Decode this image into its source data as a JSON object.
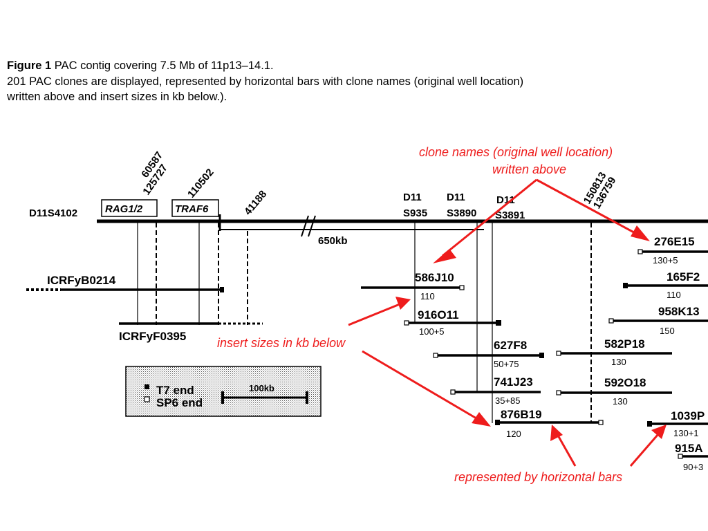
{
  "caption": {
    "fig_label": "Figure 1",
    "title": "PAC contig covering 7.5 Mb of 11p13–14.1.",
    "line2": "201 PAC clones are displayed, represented by horizontal bars with clone names (original well location)",
    "line3": "written above and insert sizes in kb below.)."
  },
  "map": {
    "marker_left": "D11S4102",
    "gene_boxes": [
      "RAG1/2",
      "TRAF6"
    ],
    "rotated_ids": [
      "60587",
      "125727",
      "110502",
      "41188",
      "150813",
      "136759"
    ],
    "gap_label": "650kb",
    "markers": [
      {
        "line1": "D11",
        "line2": "S935"
      },
      {
        "line1": "D11",
        "line2": "S3890"
      },
      {
        "line1": "D11",
        "line2": "S3891"
      }
    ]
  },
  "yacs": [
    "ICRFyB0214",
    "ICRFyF0395"
  ],
  "clones": [
    {
      "name": "586J10",
      "size": "110"
    },
    {
      "name": "916O11",
      "size": "100+5"
    },
    {
      "name": "627F8",
      "size": "50+75"
    },
    {
      "name": "741J23",
      "size": "35+85"
    },
    {
      "name": "876B19",
      "size": "120"
    },
    {
      "name": "582P18",
      "size": "130"
    },
    {
      "name": "592O18",
      "size": "130"
    },
    {
      "name": "276E15",
      "size": "130+5"
    },
    {
      "name": "165F2",
      "size": "110"
    },
    {
      "name": "958K13",
      "size": "150"
    },
    {
      "name": "1039P",
      "size": "130+1"
    },
    {
      "name": "915A",
      "size": "90+3"
    }
  ],
  "legend": {
    "t7": "T7 end",
    "sp6": "SP6 end",
    "scale": "100kb"
  },
  "annotations": {
    "names": [
      "clone names (original well location)",
      "written above"
    ],
    "sizes": "insert sizes in kb below",
    "bars": "represented by horizontal bars",
    "color": "#ee1c1c"
  }
}
